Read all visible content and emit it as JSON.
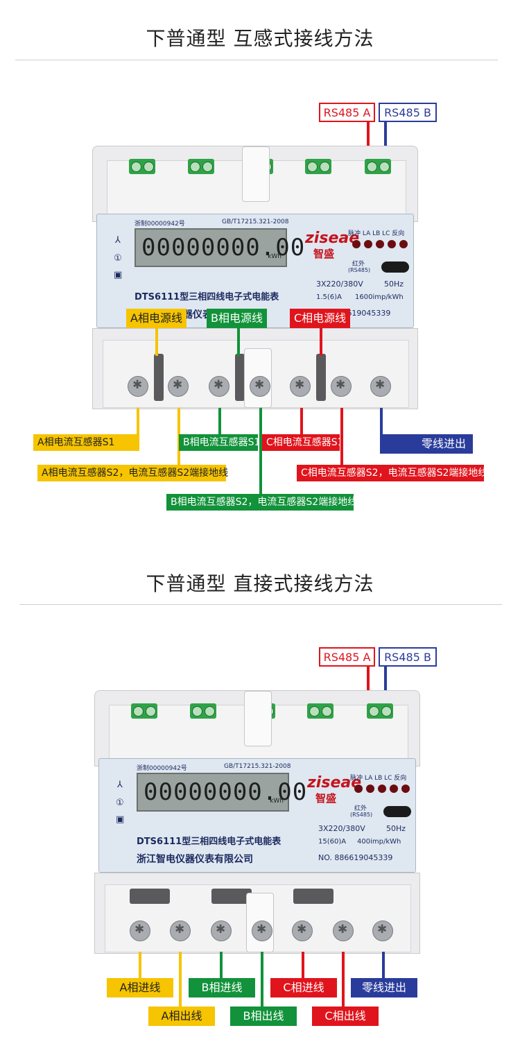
{
  "section1": {
    "title": "下普通型 互感式接线方法",
    "rs485a": "RS485 A",
    "rs485b": "RS485 B",
    "labels": {
      "a_power": "A相电源线",
      "b_power": "B相电源线",
      "c_power": "C相电源线",
      "a_s1": "A相电流互感器S1",
      "a_s2": "A相电流互感器S2，电流互感器S2端接地线",
      "b_s1": "B相电流互感器S1",
      "b_s2": "B相电流互感器S2，电流互感器S2端接地线",
      "c_s1": "C相电流互感器S1",
      "c_s2": "C相电流互感器S2，电流互感器S2端接地线",
      "neutral": "零线进出"
    },
    "meter": {
      "cert": "浙制00000942号",
      "standard": "GB/T17215.321-2008",
      "display": "00000000.00",
      "unit": "kWh",
      "brand": "ziseae",
      "brand_cn": "智盛",
      "led_labels": "脉冲 LA LB LC 反向",
      "ir": "红外",
      "ir_sub": "(RS485)",
      "model": "DTS6111型三相四线电子式电能表",
      "voltage": "3X220/380V",
      "freq": "50Hz",
      "current": "1.5(6)A",
      "constant": "1600imp/kWh",
      "maker": "浙江智电仪器仪表有限公司",
      "serial": "NO. 886619045339"
    }
  },
  "section2": {
    "title": "下普通型 直接式接线方法",
    "rs485a": "RS485 A",
    "rs485b": "RS485 B",
    "labels": {
      "a_in": "A相进线",
      "a_out": "A相出线",
      "b_in": "B相进线",
      "b_out": "B相出线",
      "c_in": "C相进线",
      "c_out": "C相出线",
      "neutral": "零线进出"
    },
    "meter": {
      "cert": "浙制00000942号",
      "standard": "GB/T17215.321-2008",
      "display": "00000000.00",
      "unit": "kWh",
      "brand": "ziseae",
      "brand_cn": "智盛",
      "led_labels": "脉冲 LA LB LC 反向",
      "ir": "红外",
      "ir_sub": "(RS485)",
      "model": "DTS6111型三相四线电子式电能表",
      "voltage": "3X220/380V",
      "freq": "50Hz",
      "current": "15(60)A",
      "constant": "400imp/kWh",
      "maker": "浙江智电仪器仪表有限公司",
      "serial": "NO. 886619045339"
    }
  },
  "colors": {
    "yellow": "#f6c400",
    "green": "#12923a",
    "red": "#e0141c",
    "blue": "#2a3c9b"
  }
}
